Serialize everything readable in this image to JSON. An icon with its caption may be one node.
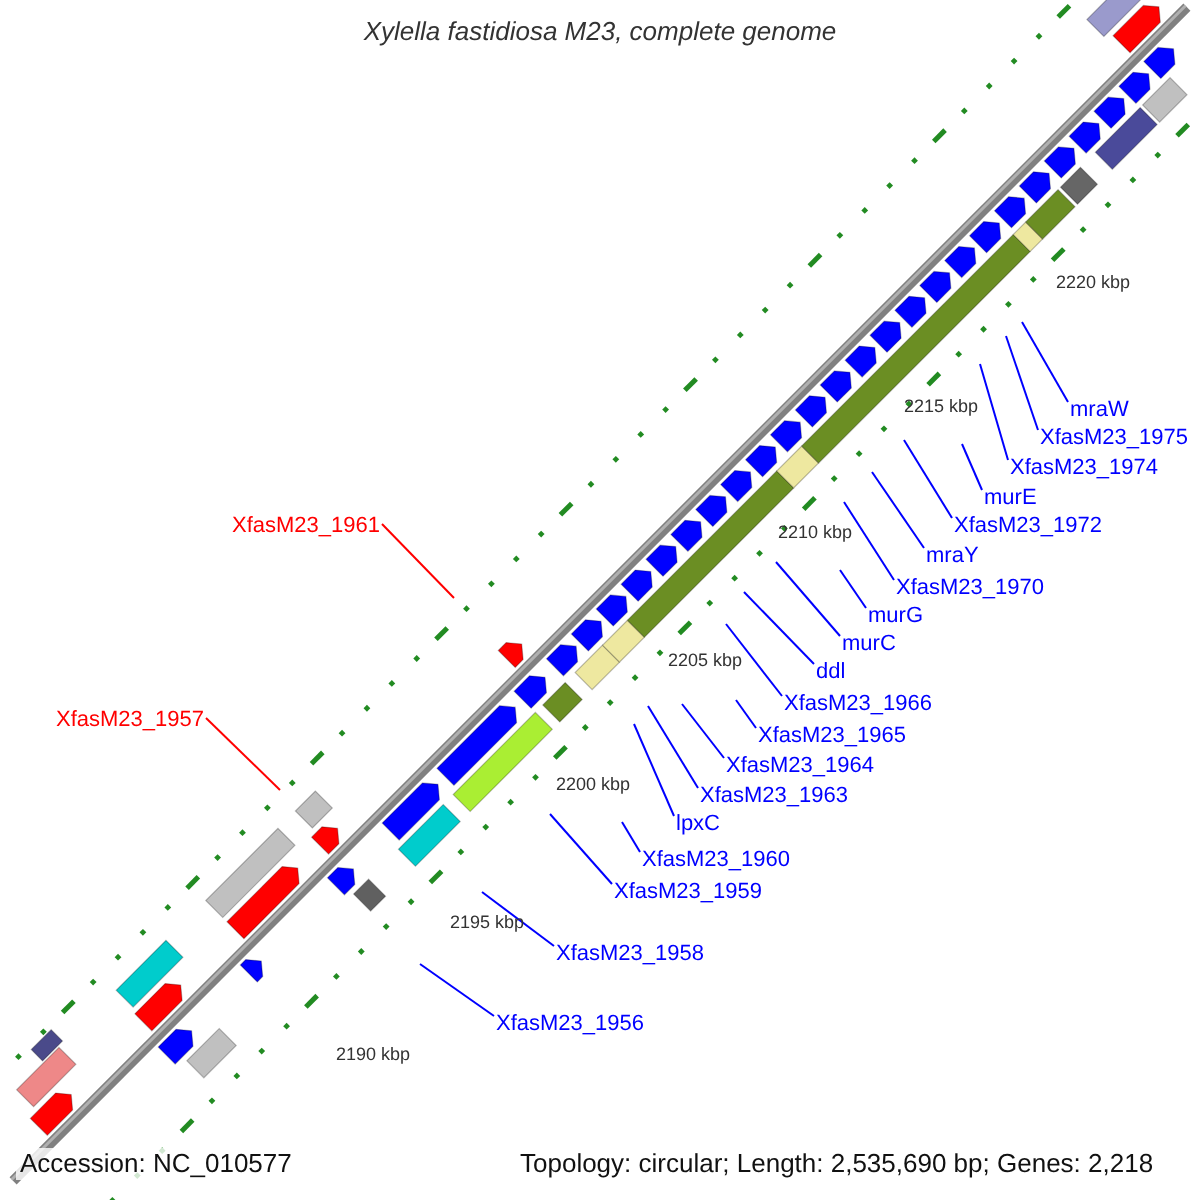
{
  "diagram": {
    "title": "Xylella fastidiosa M23, complete genome",
    "nodes": [
      {
        "text": [
          "mraW"
        ]
      },
      {
        "text": [
          "XfasM23_1975"
        ]
      },
      {
        "text": [
          "XfasM23_1974"
        ]
      },
      {
        "text": [
          "murE"
        ]
      },
      {
        "text": [
          "XfasM23_1961"
        ]
      },
      {
        "text": [
          "XfasM23_1972"
        ]
      },
      {
        "text": [
          "mraY"
        ]
      },
      {
        "text": [
          "XfasM23_1970"
        ]
      },
      {
        "text": [
          "murG"
        ]
      },
      {
        "text": [
          "murC"
        ]
      },
      {
        "text": [
          "ddl"
        ]
      },
      {
        "text": [
          "XfasM23_1966"
        ]
      },
      {
        "text": [
          "XfasM23_1957"
        ]
      },
      {
        "text": [
          "XfasM23_1965"
        ]
      },
      {
        "text": [
          "XfasM23_1964"
        ]
      },
      {
        "text": [
          "XfasM23_1963"
        ]
      },
      {
        "text": [
          "lpxC"
        ]
      },
      {
        "text": [
          "XfasM23_1960"
        ]
      },
      {
        "text": [
          "XfasM23_1959"
        ]
      },
      {
        "text": [
          "XfasM23_1958"
        ]
      },
      {
        "text": [
          "XfasM23_1956"
        ]
      }
    ],
    "edges": [
      {
        "from": 0,
        "to": null,
        "arrow": "none"
      },
      {
        "from": 1,
        "to": null,
        "arrow": "none"
      },
      {
        "from": 2,
        "to": null,
        "arrow": "none"
      },
      {
        "from": 3,
        "to": null,
        "arrow": "none"
      },
      {
        "from": 4,
        "to": null,
        "arrow": "none",
        "color": "#ff0000"
      },
      {
        "from": 5,
        "to": null,
        "arrow": "none"
      },
      {
        "from": 6,
        "to": null,
        "arrow": "none"
      },
      {
        "from": 7,
        "to": null,
        "arrow": "none"
      },
      {
        "from": 8,
        "to": null,
        "arrow": "none"
      },
      {
        "from": 9,
        "to": null,
        "arrow": "none"
      },
      {
        "from": 10,
        "to": null,
        "arrow": "none"
      },
      {
        "from": 11,
        "to": null,
        "arrow": "none"
      },
      {
        "from": 12,
        "to": null,
        "arrow": "none",
        "color": "#ff0000"
      },
      {
        "from": 13,
        "to": null,
        "arrow": "none"
      },
      {
        "from": 14,
        "to": null,
        "arrow": "none"
      },
      {
        "from": 15,
        "to": null,
        "arrow": "none"
      },
      {
        "from": 16,
        "to": null,
        "arrow": "none"
      },
      {
        "from": 17,
        "to": null,
        "arrow": "none"
      },
      {
        "from": 18,
        "to": null,
        "arrow": "none"
      },
      {
        "from": 19,
        "to": null,
        "arrow": "none"
      },
      {
        "from": 20,
        "to": null,
        "arrow": "none"
      }
    ],
    "labels": [
      "2220 kbp",
      "2215 kbp",
      "2210 kbp",
      "2205 kbp",
      "2200 kbp",
      "2195 kbp",
      "2190 kbp",
      "Accession: NC_010577",
      "Topology: circular; Length: 2,535,690 bp; Genes: 2,218"
    ]
  }
}
